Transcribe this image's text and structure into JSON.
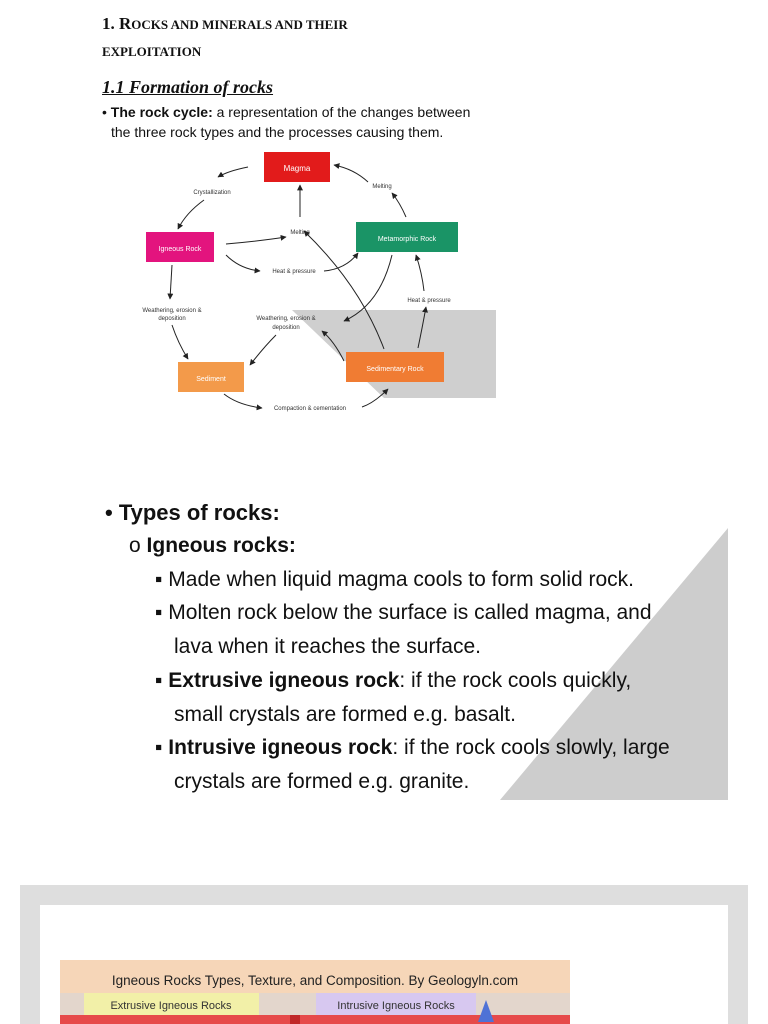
{
  "section": {
    "heading_line1_num": "1.",
    "heading_line1_R": "R",
    "heading_line1_rest": "OCKS AND MINERALS AND THEIR",
    "heading_line2": "EXPLOITATION",
    "subheading": "1.1 Formation of rocks"
  },
  "rock_cycle_intro": {
    "bullet": "•",
    "term": "The rock cycle:",
    "line1_rest": " a representation of the changes between",
    "line2": "the three rock types and the processes causing them."
  },
  "diagram": {
    "boxes": {
      "magma": "Magma",
      "igneous": "Igneous Rock",
      "metamorphic": "Metamorphic Rock",
      "sediment": "Sediment",
      "sedimentary": "Sedimentary Rock"
    },
    "labels": {
      "crystallization": "Crystallization",
      "melting_top": "Melting",
      "melting_center": "Melting",
      "heat_pressure_center": "Heat & pressure",
      "heat_pressure_right": "Heat & pressure",
      "weathering_left_1": "Weathering, erosion &",
      "weathering_left_2": "deposition",
      "weathering_center_1": "Weathering, erosion &",
      "weathering_center_2": "deposition",
      "compaction": "Compaction & cementation"
    },
    "colors": {
      "magma": "#e21b1b",
      "igneous": "#e3147e",
      "metamorphic": "#1a9466",
      "sediment": "#f39a4a",
      "sedimentary": "#f07c33"
    }
  },
  "types_of_rocks": {
    "bullet": "•",
    "title": "Types of rocks:",
    "sub_bullet": "o",
    "igneous_title": "Igneous rocks:",
    "square": "▪",
    "point1": "Made when liquid magma cools to form solid rock.",
    "point2_line1": "Molten rock below the surface is called magma, and",
    "point2_line2": "lava when it reaches the surface.",
    "point3_term": "Extrusive igneous rock",
    "point3_line1_rest": ": if the rock cools quickly,",
    "point3_line2": "small crystals are formed e.g. basalt.",
    "point4_term": "Intrusive igneous rock",
    "point4_line1_rest": ": if the rock cools slowly, large",
    "point4_line2": "crystals are formed e.g. granite."
  },
  "igneous_banner": {
    "title": "Igneous Rocks Types, Texture, and Composition. By Geologyln.com",
    "extrusive": "Extrusive Igneous Rocks",
    "intrusive": "Intrusive Igneous Rocks"
  }
}
